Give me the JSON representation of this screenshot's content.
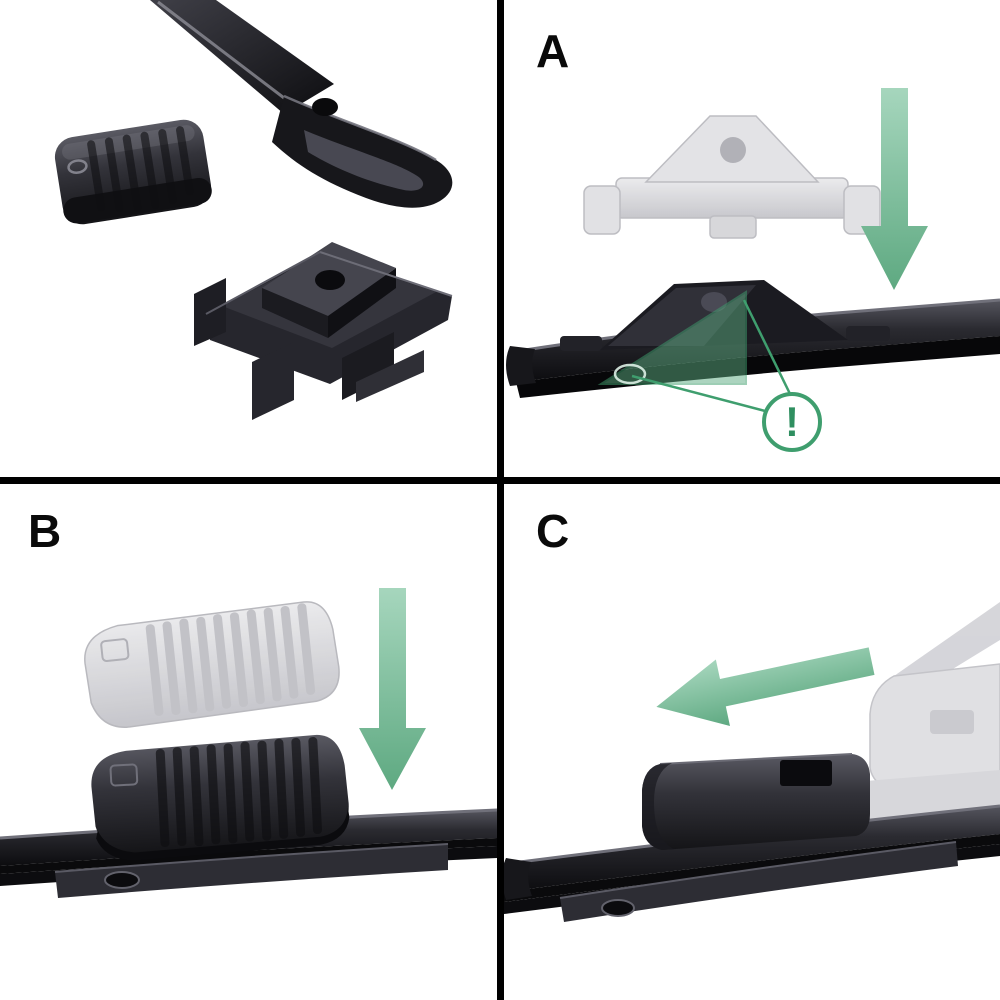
{
  "panels": {
    "parts": {
      "name": "parts-overview"
    },
    "a": {
      "label": "A"
    },
    "b": {
      "label": "B"
    },
    "c": {
      "label": "C"
    }
  },
  "warning": {
    "label": "!"
  },
  "colors": {
    "background": "#ffffff",
    "divider": "#000000",
    "arrow_green": "#7dc19c",
    "warning_green": "#3f9e6e",
    "part_dark": "#17171b",
    "part_mid": "#33333a",
    "ghost_gray": "#d4d4d8"
  },
  "icons": {
    "down_arrow": "down-arrow-icon",
    "left_arrow": "left-arrow-icon",
    "warning": "warning-icon"
  }
}
